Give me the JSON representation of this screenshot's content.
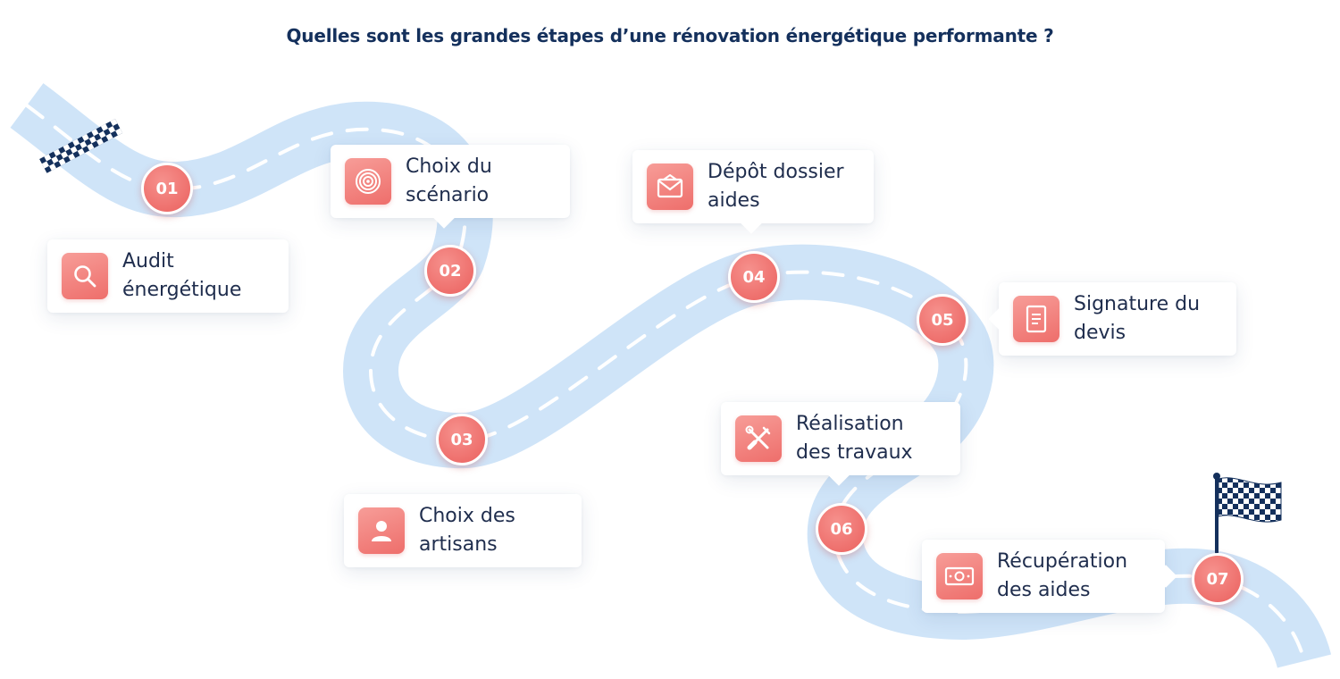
{
  "title": "Quelles sont les grandes étapes d’une rénovation énergétique performante ?",
  "colors": {
    "road": "#cfe4f8",
    "lane": "#ffffff",
    "badge": "#ee6f6c",
    "title": "#14305c",
    "flag": "#14305c"
  },
  "steps": [
    {
      "number": "01",
      "label": "Audit\nénergétique",
      "icon": "search-icon"
    },
    {
      "number": "02",
      "label": "Choix du\nscénario",
      "icon": "target-icon"
    },
    {
      "number": "03",
      "label": "Choix des\nartisans",
      "icon": "user-icon"
    },
    {
      "number": "04",
      "label": "Dépôt dossier\naides",
      "icon": "envelope-icon"
    },
    {
      "number": "05",
      "label": "Signature du\ndevis",
      "icon": "document-icon"
    },
    {
      "number": "06",
      "label": "Réalisation\ndes travaux",
      "icon": "tools-icon"
    },
    {
      "number": "07",
      "label": "Récupération\ndes aides",
      "icon": "money-icon"
    }
  ]
}
